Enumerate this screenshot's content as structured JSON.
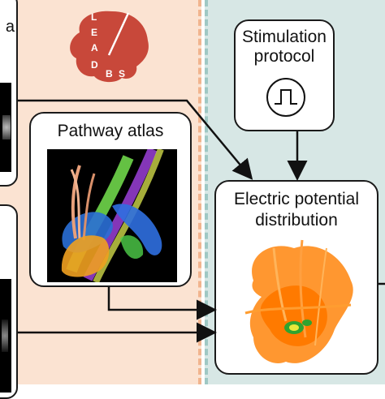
{
  "logo": {
    "letters": [
      "L",
      "E",
      "A",
      "D",
      "B",
      "S"
    ],
    "color": "#c8483a"
  },
  "boxes": {
    "left_partial_label": "a",
    "pathway_atlas": "Pathway atlas",
    "stimulation_protocol_line1": "Stimulation",
    "stimulation_protocol_line2": "protocol",
    "electric_potential_line1": "Electric potential",
    "electric_potential_line2": "distribution"
  },
  "colors": {
    "left_panel_bg": "#fbe3d2",
    "right_panel_bg": "#d7e7e5",
    "arrow": "#111111",
    "field_orange": "#ff8c1a"
  },
  "icons": [
    "brain-logo-icon",
    "pulse-waveform-icon"
  ]
}
